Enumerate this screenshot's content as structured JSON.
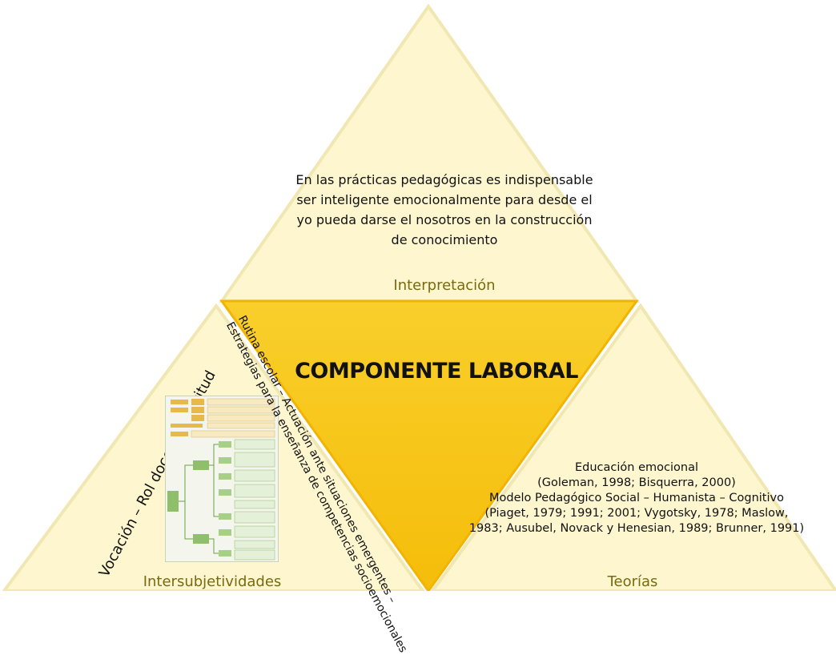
{
  "colors": {
    "triangle_fill": "#fdf6cf",
    "triangle_stroke": "#f1e7b3",
    "center_fill": "#f7c51a",
    "center_stroke": "#f3b400",
    "caption_color": "#7a6a10"
  },
  "top": {
    "body": "En las prácticas pedagógicas es indispensable ser inteligente emocionalmente para desde el yo pueda darse el nosotros en la construcción de conocimiento",
    "caption": "Interpretación"
  },
  "center": {
    "title": "COMPONENTE LABORAL"
  },
  "left": {
    "rotated_label": "Vocación – Rol docente - Actitud",
    "caption": "Intersubjetividades",
    "thumbnail_icon": "mind-map-thumbnail"
  },
  "diagonal": {
    "line1": "Rutina escolar – Actuación ante situaciones emergentes –",
    "line2": "Estrategias para la enseñanza de competencias socioemocionales"
  },
  "right": {
    "line1": "Educación emocional",
    "line2": "(Goleman, 1998; Bisquerra, 2000)",
    "line3": "Modelo Pedagógico Social – Humanista – Cognitivo",
    "line4": "(Piaget, 1979; 1991; 2001; Vygotsky, 1978; Maslow, 1983; Ausubel, Novack y Henesian, 1989; Brunner, 1991)",
    "caption": "Teorías"
  }
}
